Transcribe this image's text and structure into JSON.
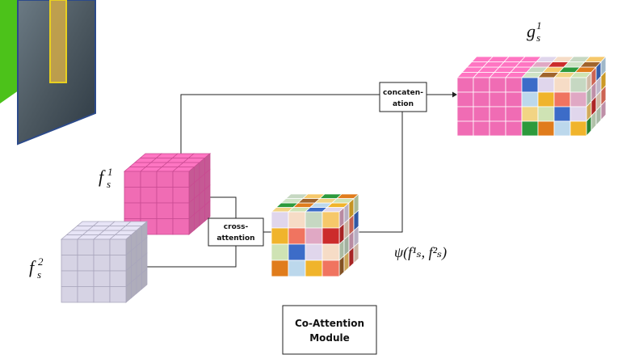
{
  "labels": {
    "f1_base": "f",
    "f1_sub": "s",
    "f1_sup": "1",
    "f2_base": "f",
    "f2_sub": "s",
    "f2_sup": "2",
    "g1_base": "g",
    "g1_sub": "s",
    "g1_sup": "1",
    "psi": "ψ(f¹ₛ, f²ₛ)"
  },
  "blocks": {
    "cross_attention": [
      "cross-",
      "attention"
    ],
    "concatenation": [
      "concaten-",
      "ation"
    ],
    "module": [
      "Co-Attention",
      "Module"
    ]
  },
  "colors": {
    "pink": "#f06cb4",
    "lavender": "#d6d3e4",
    "green_bar": "#4cc21a",
    "mosaic": [
      "#e0d6ec",
      "#cfe3c6",
      "#bcd8ec",
      "#f6dcc6",
      "#a0642c",
      "#f0b42c",
      "#c6d8c2",
      "#f2d484",
      "#f07460",
      "#f6c86a",
      "#cfe3b4",
      "#e0a8c4",
      "#2c9a3c",
      "#3c6cc8",
      "#cc2c2c",
      "#e07c1c"
    ]
  }
}
